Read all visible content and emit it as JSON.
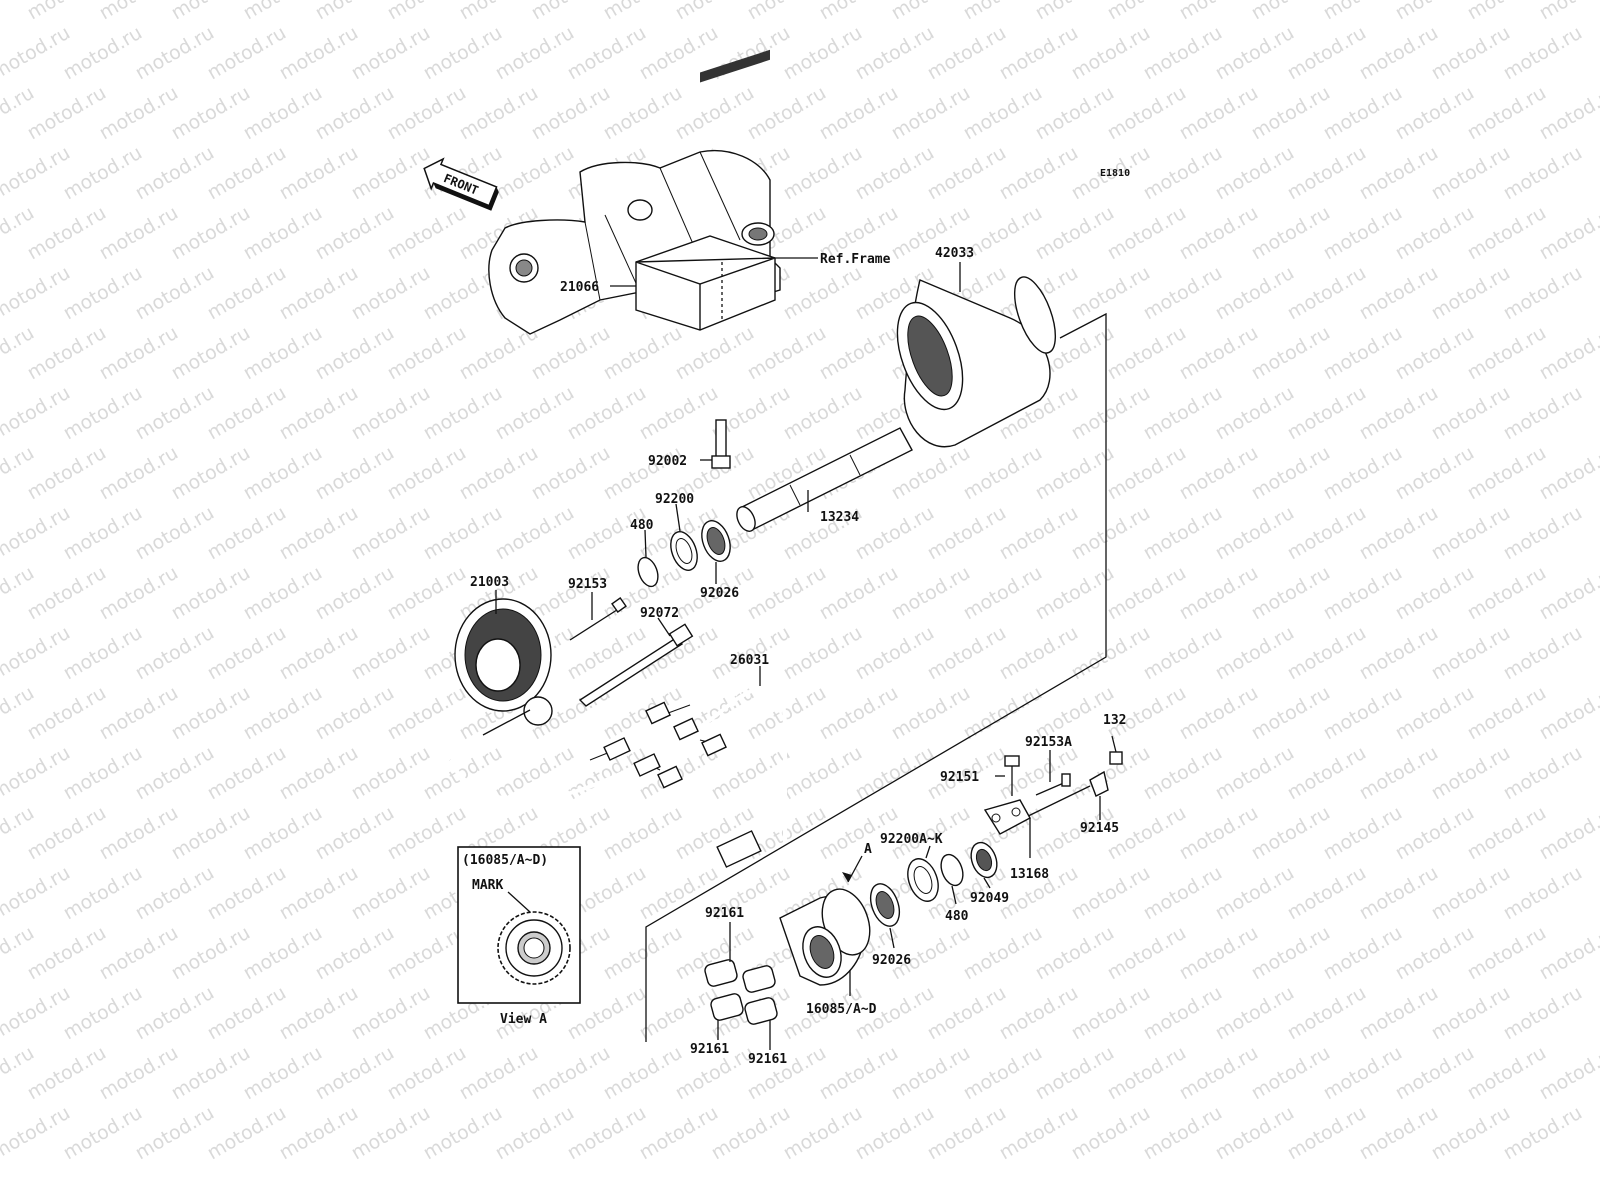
{
  "watermark": "motod.ru",
  "diagram_id": "E1810",
  "front_label": "FRONT",
  "ref_frame": "Ref.Frame",
  "view_box": {
    "part_ref": "(16085/A~D)",
    "mark": "MARK",
    "caption": "View A"
  },
  "callout_letter": "A",
  "parts": {
    "p42033": "42033",
    "p21066": "21066",
    "p92002": "92002",
    "p13234": "13234",
    "p92200": "92200",
    "p480_top": "480",
    "p92026_top": "92026",
    "p21003": "21003",
    "p92153": "92153",
    "p92072": "92072",
    "p26031": "26031",
    "p132": "132",
    "p92153A": "92153A",
    "p92151": "92151",
    "p92145": "92145",
    "p13168": "13168",
    "p92200AK": "92200A~K",
    "p92049": "92049",
    "p480_bot": "480",
    "p92026_bot": "92026",
    "p92161_a": "92161",
    "p92161_b": "92161",
    "p92161_c": "92161",
    "p16085": "16085/A~D"
  }
}
